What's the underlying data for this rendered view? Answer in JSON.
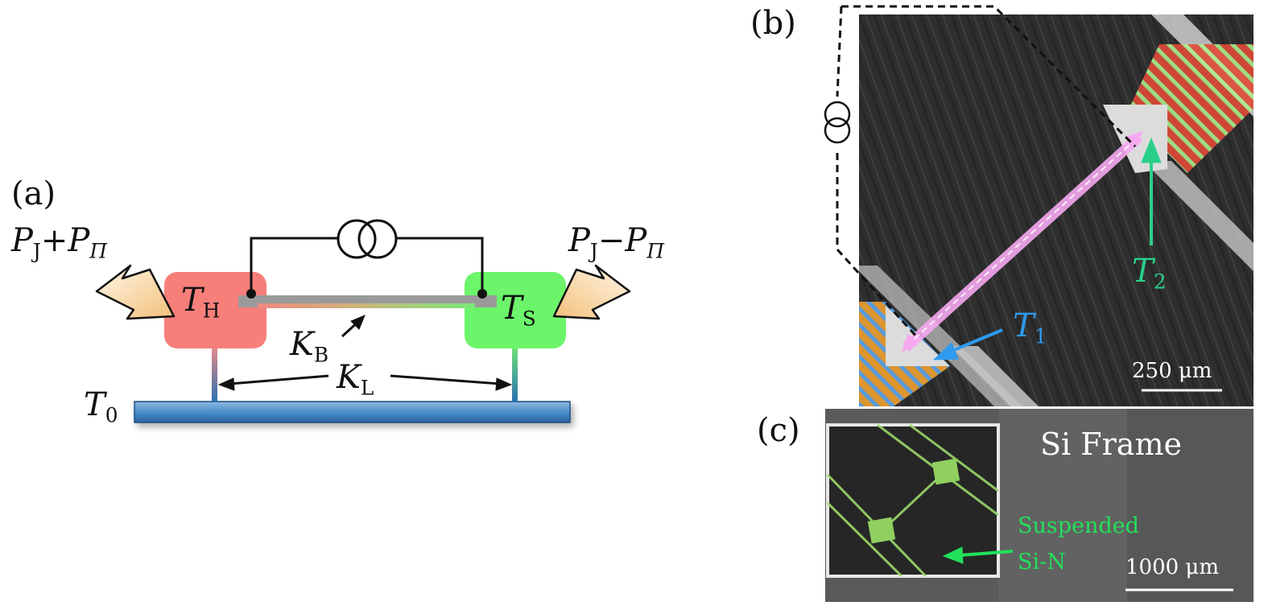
{
  "panel_a": {
    "label": "(a)",
    "power_left": {
      "p": "P",
      "j": "J",
      "op": "+",
      "p2": "P",
      "pi": "Π"
    },
    "power_right": {
      "p": "P",
      "j": "J",
      "op": "−",
      "p2": "P",
      "pi": "Π"
    },
    "hot_block": {
      "t": "T",
      "sub": "H",
      "color": "#f77f7a"
    },
    "sample_block": {
      "t": "T",
      "sub": "S",
      "color": "#6cf56a"
    },
    "bridge_conductance": {
      "k": "K",
      "sub": "B"
    },
    "leg_conductance": {
      "k": "K",
      "sub": "L"
    },
    "bath": {
      "t": "T",
      "sub": "0",
      "color": "#2f75b5"
    }
  },
  "panel_b": {
    "label": "(b)",
    "t1": {
      "t": "T",
      "sub": "1",
      "color": "#2f9bf0"
    },
    "t2": {
      "t": "T",
      "sub": "2",
      "color": "#2ad08a"
    },
    "scale_bar": "250 μm"
  },
  "panel_c": {
    "label": "(c)",
    "frame_label": "Si Frame",
    "annotation_line1": "Suspended",
    "annotation_line2": "Si-N",
    "scale_bar": "1000 μm",
    "annotation_color": "#22e05a"
  }
}
